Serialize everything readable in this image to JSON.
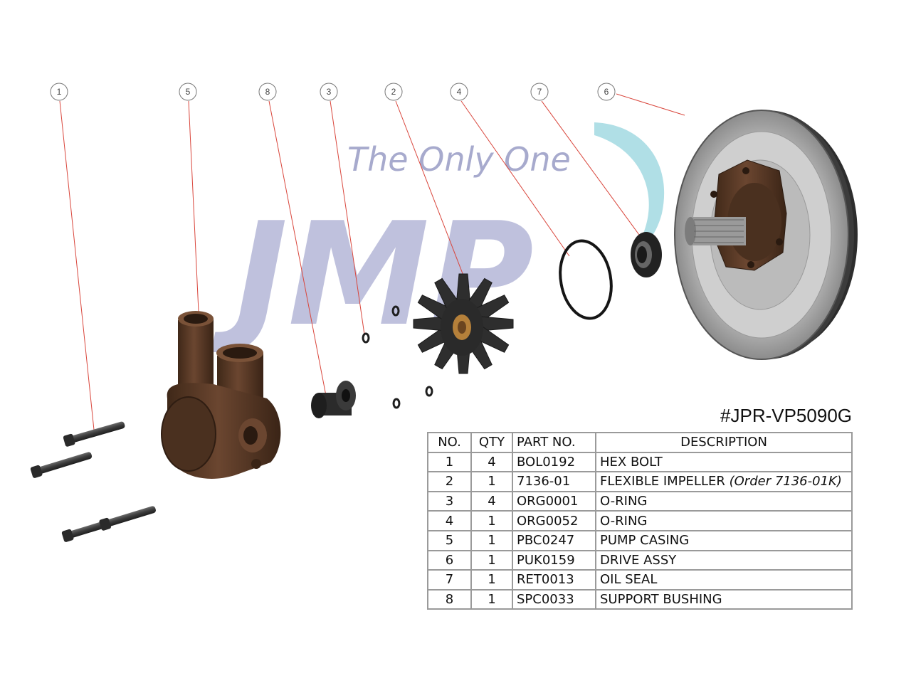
{
  "watermark": {
    "tagline": "The Only One",
    "logo": "JMP"
  },
  "callouts": [
    "1",
    "5",
    "8",
    "3",
    "2",
    "4",
    "7",
    "6"
  ],
  "model": "#JPR-VP5090G",
  "table": {
    "headers": {
      "no": "NO.",
      "qty": "QTY",
      "part": "PART NO.",
      "desc": "DESCRIPTION"
    },
    "rows": [
      {
        "no": "1",
        "qty": "4",
        "part": "BOL0192",
        "desc": "HEX BOLT",
        "note": ""
      },
      {
        "no": "2",
        "qty": "1",
        "part": "7136-01",
        "desc": "FLEXIBLE IMPELLER",
        "note": "(Order 7136-01K)"
      },
      {
        "no": "3",
        "qty": "4",
        "part": "ORG0001",
        "desc": "O-RING",
        "note": ""
      },
      {
        "no": "4",
        "qty": "1",
        "part": "ORG0052",
        "desc": "O-RING",
        "note": ""
      },
      {
        "no": "5",
        "qty": "1",
        "part": "PBC0247",
        "desc": "PUMP CASING",
        "note": ""
      },
      {
        "no": "6",
        "qty": "1",
        "part": "PUK0159",
        "desc": "DRIVE ASSY",
        "note": ""
      },
      {
        "no": "7",
        "qty": "1",
        "part": "RET0013",
        "desc": "OIL SEAL",
        "note": ""
      },
      {
        "no": "8",
        "qty": "1",
        "part": "SPC0033",
        "desc": "SUPPORT BUSHING",
        "note": ""
      }
    ]
  },
  "colors": {
    "leader_line": "#d9463c",
    "bronze": "#5a3a26",
    "rubber": "#2c2c2c",
    "watermark_blue": "#b9bbda",
    "watermark_teal": "#8fd1dc"
  }
}
